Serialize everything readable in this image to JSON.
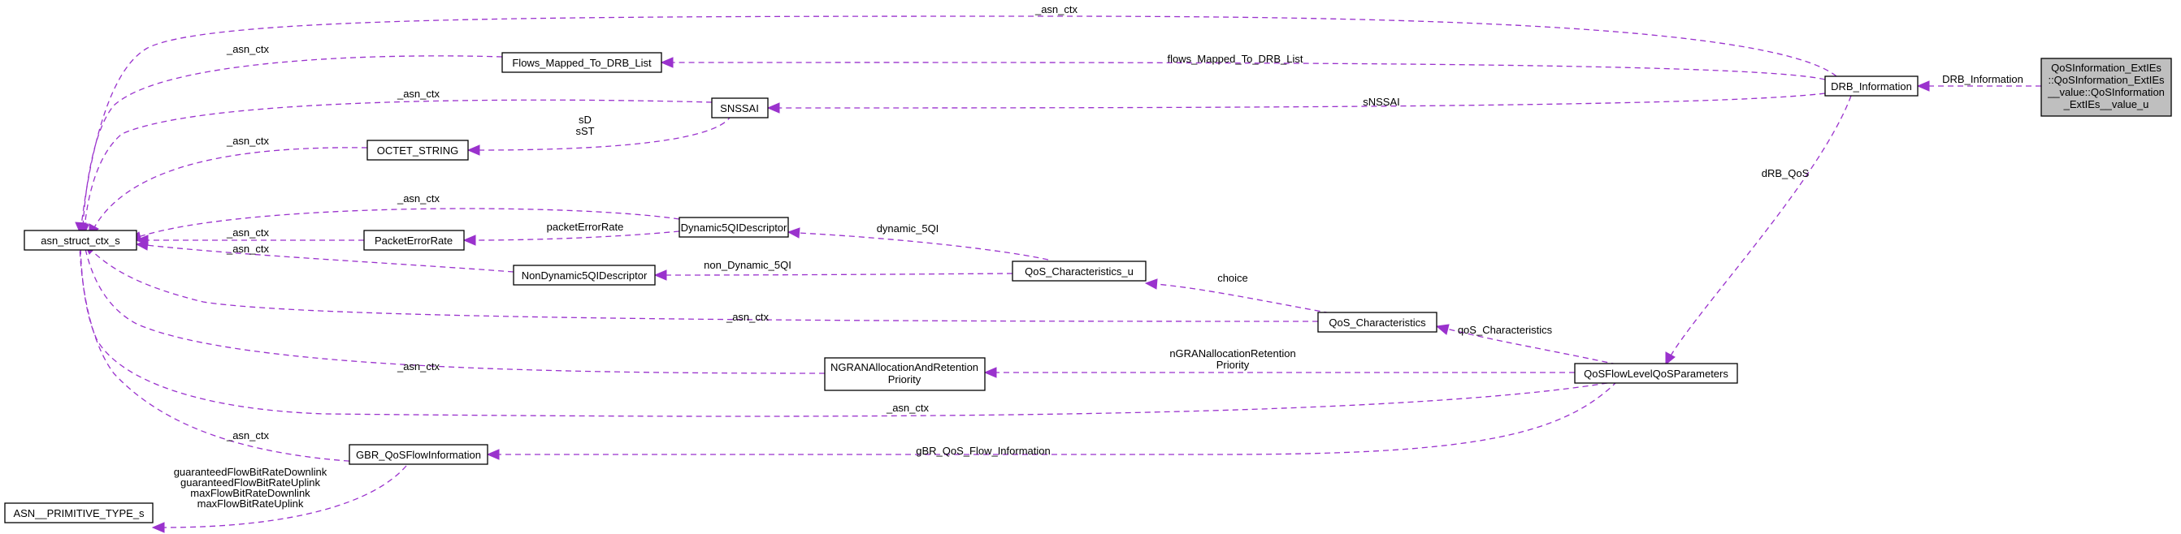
{
  "diagram": {
    "colors": {
      "edge": "#9a32cd",
      "focus_fill": "#bfbfbf",
      "node_fill": "#ffffff",
      "node_stroke": "#000000"
    },
    "nodes": {
      "focus": [
        "QoSInformation_ExtIEs",
        "::QoSInformation_ExtIEs",
        "__value::QoSInformation",
        "_ExtIEs__value_u"
      ],
      "drb_information": "DRB_Information",
      "flows_mapped": "Flows_Mapped_To_DRB_List",
      "snssai": "SNSSAI",
      "octet_string": "OCTET_STRING",
      "asn_struct_ctx": "asn_struct_ctx_s",
      "dynamic5qi": "Dynamic5QIDescriptor",
      "packet_error_rate": "PacketErrorRate",
      "nondynamic5qi": "NonDynamic5QIDescriptor",
      "qos_char_u": "QoS_Characteristics_u",
      "qos_char": "QoS_Characteristics",
      "ngran_arp": [
        "NGRANAllocationAndRetention",
        "Priority"
      ],
      "qos_flow_level": "QoSFlowLevelQoSParameters",
      "gbr_qos": "GBR_QoSFlowInformation",
      "asn_primitive": "ASN__PRIMITIVE_TYPE_s"
    },
    "edges": {
      "drb_information": "DRB_Information",
      "flows_mapped_to_drb_list": "flows_Mapped_To_DRB_List",
      "snssai": "sNSSAI",
      "drb_qos": "dRB_QoS",
      "sd_sst": [
        "sD",
        "sST"
      ],
      "packet_error_rate": "packetErrorRate",
      "dynamic_5qi": "dynamic_5QI",
      "non_dynamic_5qi": "non_Dynamic_5QI",
      "choice": "choice",
      "qos_characteristics": "qoS_Characteristics",
      "ngran_arp": [
        "nGRANallocationRetention",
        "Priority"
      ],
      "gbr_qos_flow_information": "gBR_QoS_Flow_Information",
      "primitive_fields": [
        "guaranteedFlowBitRateDownlink",
        "guaranteedFlowBitRateUplink",
        "maxFlowBitRateDownlink",
        "maxFlowBitRateUplink"
      ],
      "asn_ctx": "_asn_ctx"
    }
  }
}
